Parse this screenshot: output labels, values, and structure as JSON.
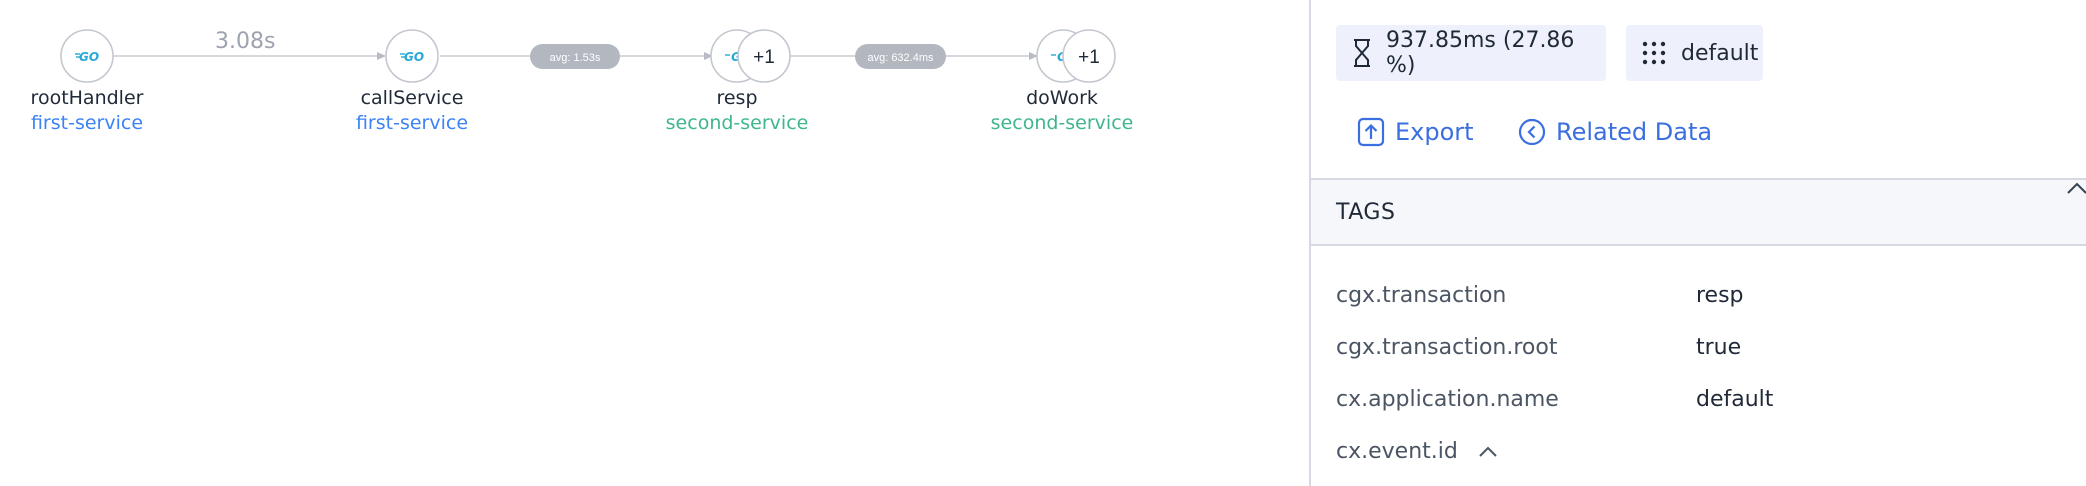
{
  "flow": {
    "nodes": [
      {
        "name": "rootHandler",
        "service": "first-service",
        "icon": "go-logo-icon"
      },
      {
        "name": "callService",
        "service": "first-service",
        "icon": "go-logo-icon"
      },
      {
        "name": "resp",
        "service": "second-service",
        "icon": "go-logo-icon",
        "badge": "+1"
      },
      {
        "name": "doWork",
        "service": "second-service",
        "icon": "go-logo-icon",
        "badge": "+1"
      }
    ],
    "edges": [
      {
        "label": "3.08s"
      },
      {
        "label": "avg: 1.53s"
      },
      {
        "label": "avg: 632.4ms"
      }
    ],
    "colors": {
      "first_service": "#3b82f6",
      "second_service": "#3fb68b",
      "edge": "#c3c7cf",
      "pill": "#b3b7c0",
      "go_icon": "#29a8d8"
    }
  },
  "panel": {
    "duration_chip": {
      "icon": "hourglass-icon",
      "label": "937.85ms (27.86 %)"
    },
    "app_chip": {
      "icon": "grid-dots-icon",
      "label": "default"
    },
    "actions": {
      "export": {
        "icon": "upload-arrow-icon",
        "label": "Export"
      },
      "related": {
        "icon": "circle-chevron-left-icon",
        "label": "Related Data"
      }
    },
    "tags": {
      "title": "TAGS",
      "rows": [
        {
          "key": "cgx.transaction",
          "value": "resp"
        },
        {
          "key": "cgx.transaction.root",
          "value": "true"
        },
        {
          "key": "cx.application.name",
          "value": "default"
        },
        {
          "key": "cx.event.id",
          "value": ""
        }
      ]
    },
    "accent": "#3b6fe0"
  }
}
